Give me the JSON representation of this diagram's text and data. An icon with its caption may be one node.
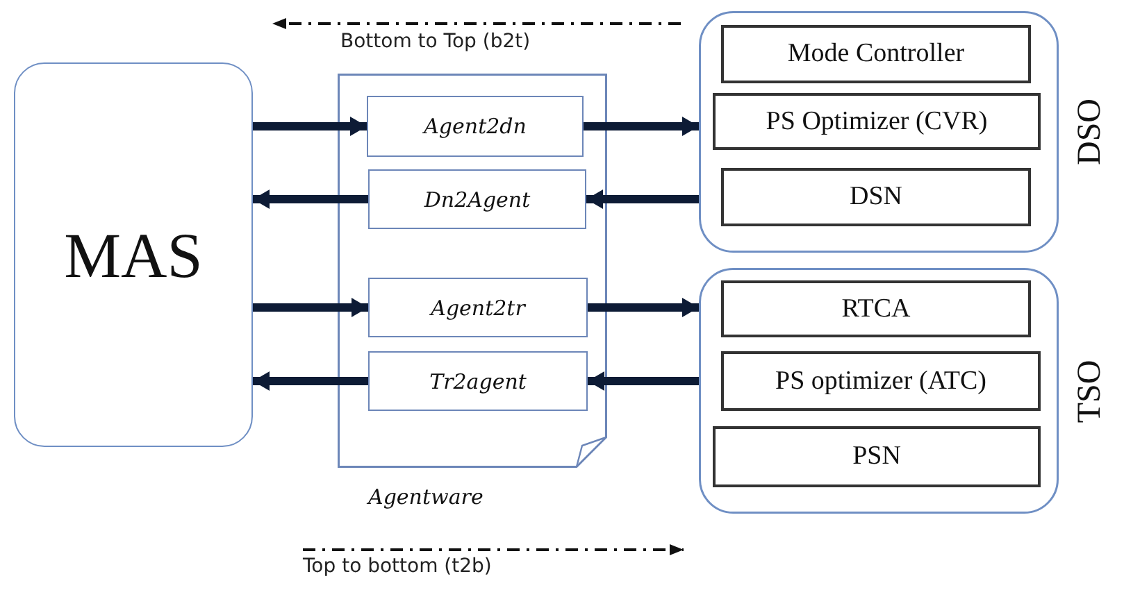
{
  "diagram": {
    "nodes": [
      {
        "text": [
          "MAS"
        ]
      },
      {
        "text": [
          "Agentware"
        ]
      },
      {
        "text": [
          "Agent2dn"
        ],
        "in": 1
      },
      {
        "text": [
          "Dn2Agent"
        ],
        "in": 1
      },
      {
        "text": [
          "Agent2tr"
        ],
        "in": 1
      },
      {
        "text": [
          "Tr2agent"
        ],
        "in": 1
      },
      {
        "text": [
          "DSO"
        ]
      },
      {
        "text": [
          "Mode Controller"
        ],
        "in": 6
      },
      {
        "text": [
          "PS Optimizer (CVR)"
        ],
        "in": 6
      },
      {
        "text": [
          "DSN"
        ],
        "in": 6
      },
      {
        "text": [
          "TSO"
        ]
      },
      {
        "text": [
          "RTCA"
        ],
        "in": 10
      },
      {
        "text": [
          "PS optimizer (ATC)"
        ],
        "in": 10
      },
      {
        "text": [
          "PSN"
        ],
        "in": 10
      }
    ],
    "edges": [
      {
        "from": 0,
        "to": 2,
        "arrow": "to"
      },
      {
        "from": 2,
        "to": 6,
        "arrow": "to"
      },
      {
        "from": 6,
        "to": 3,
        "arrow": "to"
      },
      {
        "from": 3,
        "to": 0,
        "arrow": "to"
      },
      {
        "from": 0,
        "to": 4,
        "arrow": "to"
      },
      {
        "from": 4,
        "to": 10,
        "arrow": "to"
      },
      {
        "from": 10,
        "to": 5,
        "arrow": "to"
      },
      {
        "from": 5,
        "to": 0,
        "arrow": "to"
      }
    ],
    "labels": [
      "Bottom to Top (b2t)",
      "Top to bottom (t2b)"
    ]
  }
}
